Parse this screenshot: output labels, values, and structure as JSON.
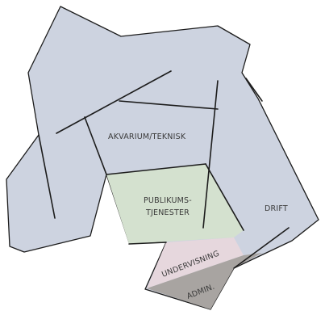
{
  "colors": {
    "building": "#cdd3e0",
    "publikum": "#d4e1cf",
    "undervisning": "#e6d7dd",
    "admin": "#a8a4a1",
    "outline": "#1c1c1c",
    "label": "#3a3a3a"
  },
  "zones": {
    "akvarium": {
      "label": "AKVARIUM/TEKNISK"
    },
    "publikum": {
      "label_line1": "PUBLIKUMS-",
      "label_line2": "TJENESTER"
    },
    "drift": {
      "label": "DRIFT"
    },
    "undervisning": {
      "label": "UNDERVISNING"
    },
    "admin": {
      "label": "ADMIN."
    }
  }
}
